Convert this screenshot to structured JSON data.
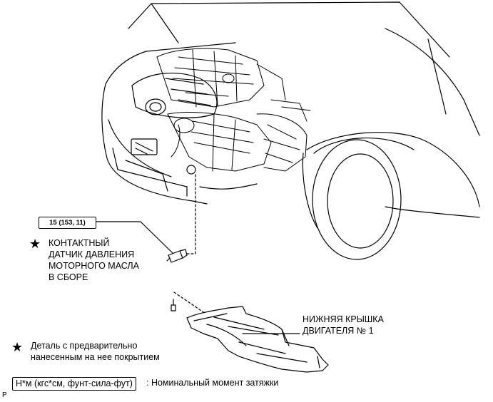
{
  "torque_spec": "15 (153, 11)",
  "labels": {
    "sensor": [
      "КОНТАКТНЫЙ",
      "ДАТЧИК ДАВЛЕНИЯ",
      "МОТОРНОГО МАСЛА",
      "В СБОРЕ"
    ],
    "engine_cover": [
      "НИЖНЯЯ КРЫШКА",
      "ДВИГАТЕЛЯ № 1"
    ]
  },
  "legend": {
    "precoated": [
      "Деталь с предварительно",
      "нанесенным на нее покрытием"
    ],
    "unit_box": "Н*м (кгс*см, фунт-сила-фут)",
    "unit_desc": ": Номинальный момент затяжки"
  },
  "corner_mark": "P"
}
